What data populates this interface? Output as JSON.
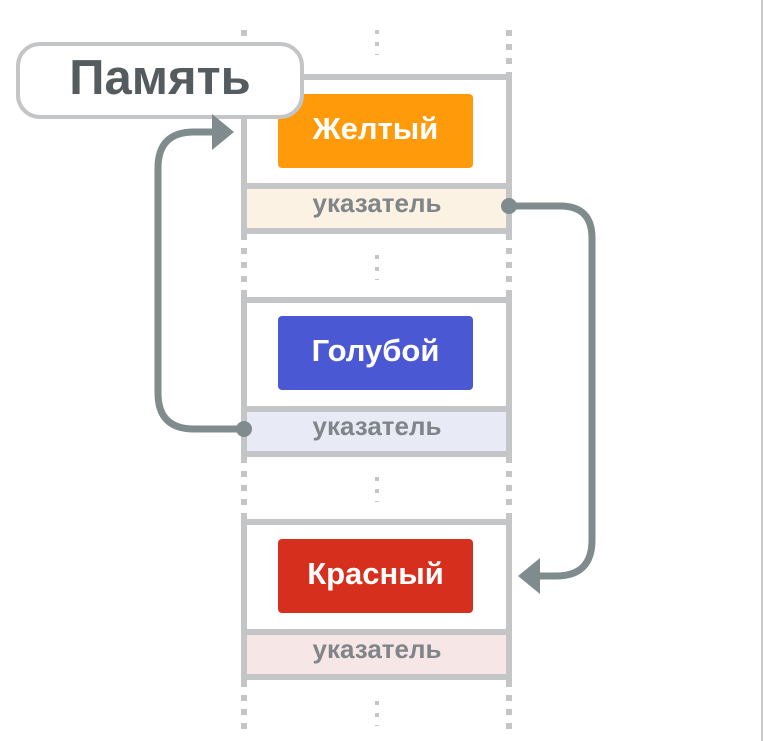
{
  "diagram": {
    "title": "Память",
    "nodes": [
      {
        "id": "yellow",
        "label": "Желтый",
        "pointer_label": "указатель",
        "color": "#ff9a0b",
        "pointer_bg": "#fcf2e3"
      },
      {
        "id": "blue",
        "label": "Голубой",
        "pointer_label": "указатель",
        "color": "#4a58d4",
        "pointer_bg": "#e8ebf5"
      },
      {
        "id": "red",
        "label": "Красный",
        "pointer_label": "указатель",
        "color": "#d72f1e",
        "pointer_bg": "#f7e6e6"
      }
    ],
    "links": [
      {
        "from": "yellow",
        "to": "red"
      },
      {
        "from": "blue",
        "to": "yellow"
      }
    ],
    "colors": {
      "frame": "#c3c5c7",
      "arrow": "#7f8b8d",
      "title_text": "#555c5f",
      "title_border": "#c3c5c7",
      "pointer_text": "#7f8588"
    }
  }
}
